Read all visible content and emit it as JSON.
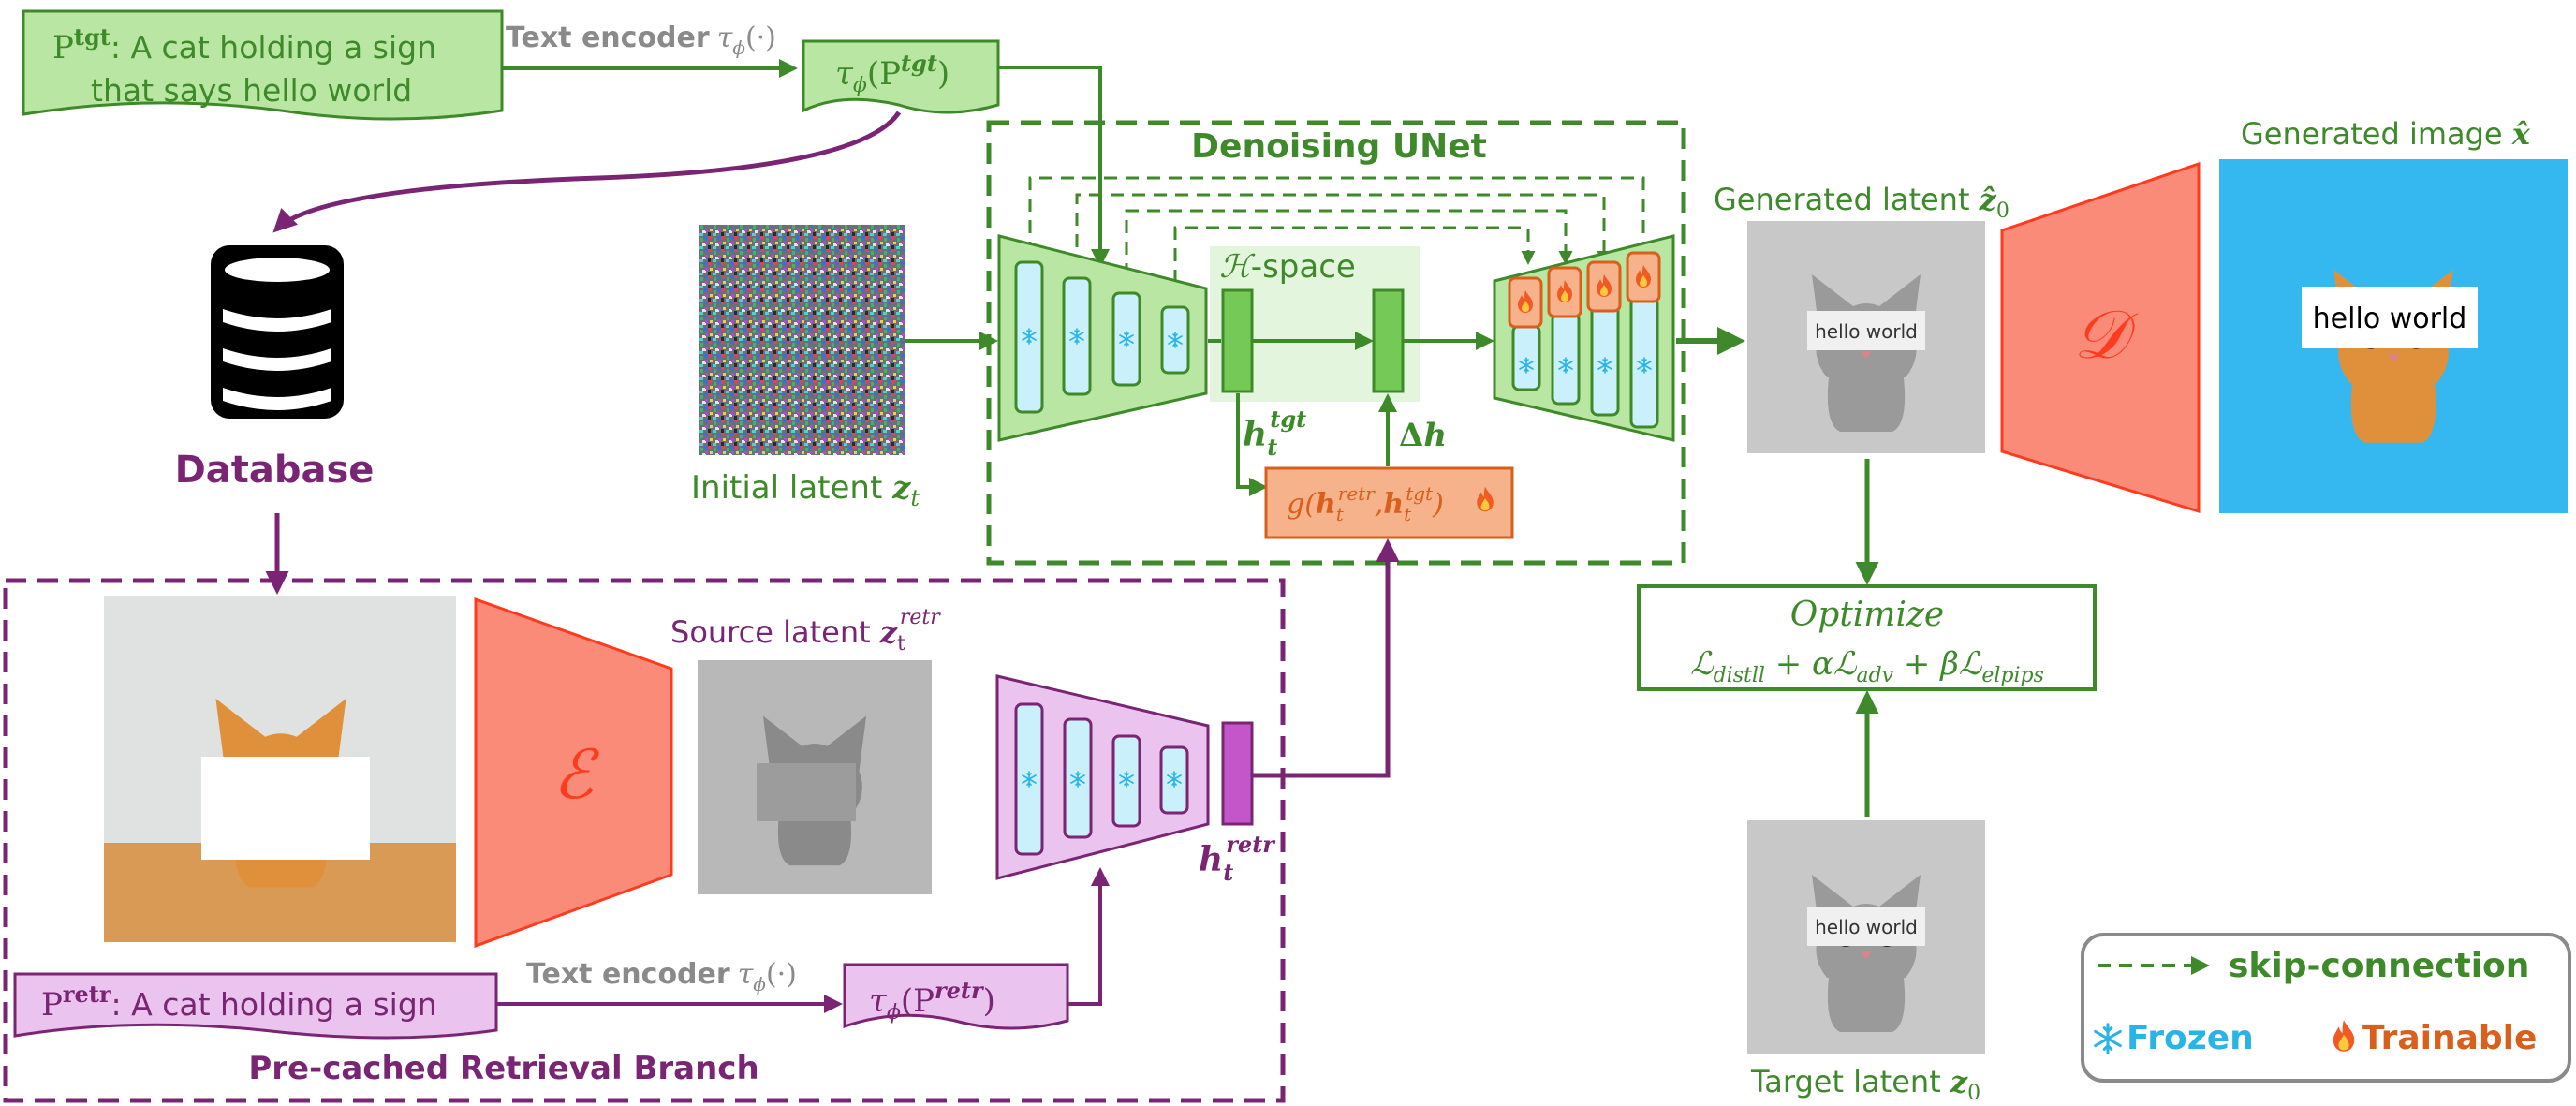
{
  "colors": {
    "green_dark": "#3e8a2a",
    "green_fill": "#b9e7a3",
    "green_light_bg": "#e3f6dd",
    "purple": "#7a2474",
    "purple_fill": "#eac3ee",
    "encoder_red": "#f98b78",
    "encoder_red_stroke": "#ff3b1f",
    "ice_fill": "#c9f0fb",
    "ice_blue": "#2ab3e6",
    "trainable_fill": "#f6b28a",
    "trainable_orange": "#d85f1c",
    "gray_text": "#8a8a8a",
    "black": "#000000"
  },
  "prompts": {
    "target_sup": "tgt",
    "target_text_line1": ": A cat holding a sign",
    "target_text_line2": "that says hello world",
    "retrieval_sup": "retr",
    "retrieval_text": ": A cat holding a sign"
  },
  "text_encoder": {
    "label": "Text encoder"
  },
  "database": {
    "label": "Database",
    "icon": "database-icon"
  },
  "unet": {
    "title": "Denoising UNet",
    "h_space_label": "-space",
    "frozen_icon": "snowflake-icon",
    "trainable_icon": "flame-icon"
  },
  "latents": {
    "initial_label": "Initial latent ",
    "source_label": "Source latent ",
    "generated_label": "Generated latent ",
    "target_label": "Target latent ",
    "generated_image_label": "Generated image ",
    "sign_text": "hello world"
  },
  "retrieval_branch": {
    "title": "Pre-cached Retrieval Branch"
  },
  "optimize": {
    "title": "Optimize"
  },
  "legend": {
    "skip_connection": "skip-connection",
    "frozen": "Frozen",
    "trainable": "Trainable"
  },
  "encoder_glyph": "ℰ",
  "decoder_glyph": "𝒟"
}
